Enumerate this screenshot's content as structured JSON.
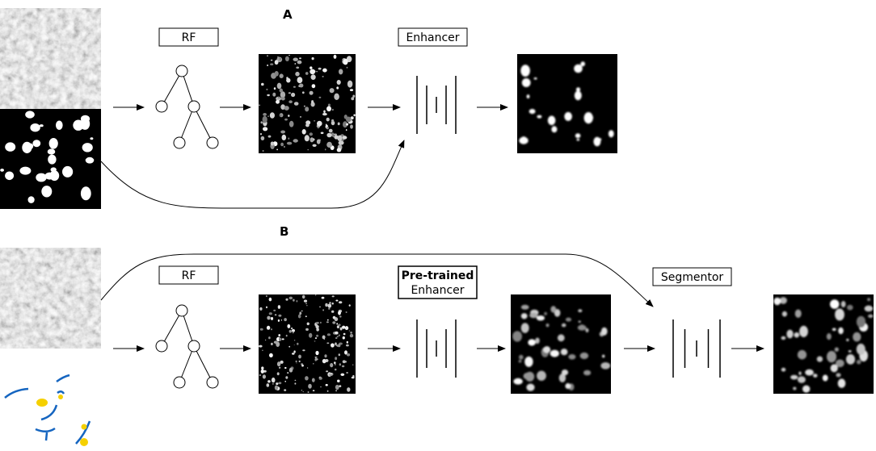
{
  "panel_a": {
    "label": "A",
    "rf_label": "RF",
    "enhancer_label": "Enhancer"
  },
  "panel_b": {
    "label": "B",
    "rf_label": "RF",
    "pretrained_label": "Pre-trained",
    "enhancer_label": "Enhancer",
    "segmentor_label": "Segmentor"
  },
  "colors": {
    "scribble_blue": "#1565c0",
    "scribble_yellow": "#f5d000"
  }
}
